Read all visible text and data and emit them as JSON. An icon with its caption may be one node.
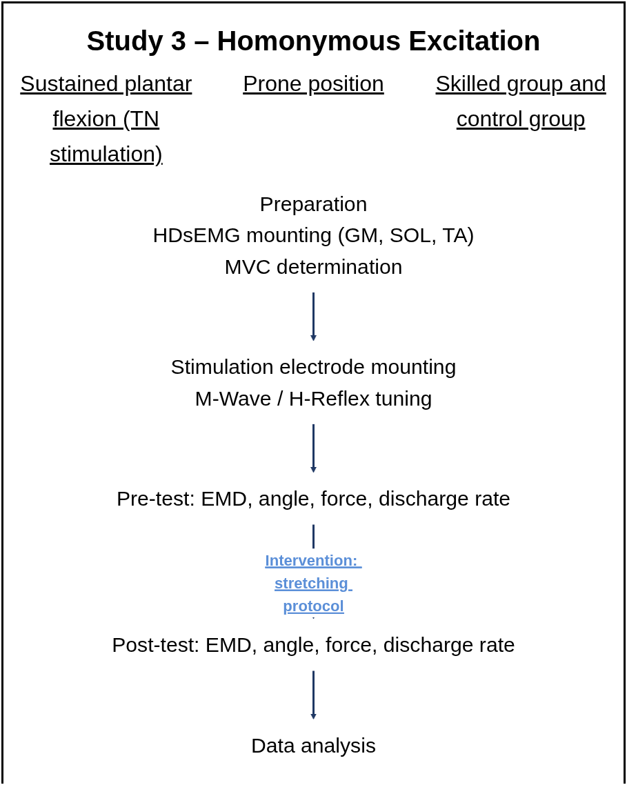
{
  "diagram": {
    "title": "Study 3 – Homonymous Excitation",
    "nodes": [
      {
        "text": [
          "Preparation",
          "HDsEMG mounting (GM, SOL, TA)",
          "MVC determination"
        ]
      },
      {
        "text": [
          "Stimulation electrode mounting",
          "M-Wave / H-Reflex tuning"
        ]
      },
      {
        "text": [
          "Pre-test: EMD, angle, force, discharge rate"
        ]
      },
      {
        "text": [
          "Post-test: EMD, angle, force, discharge rate"
        ]
      },
      {
        "text": [
          "Data analysis"
        ]
      }
    ],
    "edges": [
      {
        "from": 0,
        "to": 1,
        "arrow": "to"
      },
      {
        "from": 1,
        "to": 2,
        "arrow": "to"
      },
      {
        "from": 2,
        "to": 3,
        "arrow": "to",
        "label": "Intervention: stretching protocol"
      },
      {
        "from": 3,
        "to": 4,
        "arrow": "to"
      }
    ],
    "labels": [
      "Sustained plantar flexion (TN stimulation)",
      "Prone position",
      "Skilled group and control group"
    ]
  }
}
